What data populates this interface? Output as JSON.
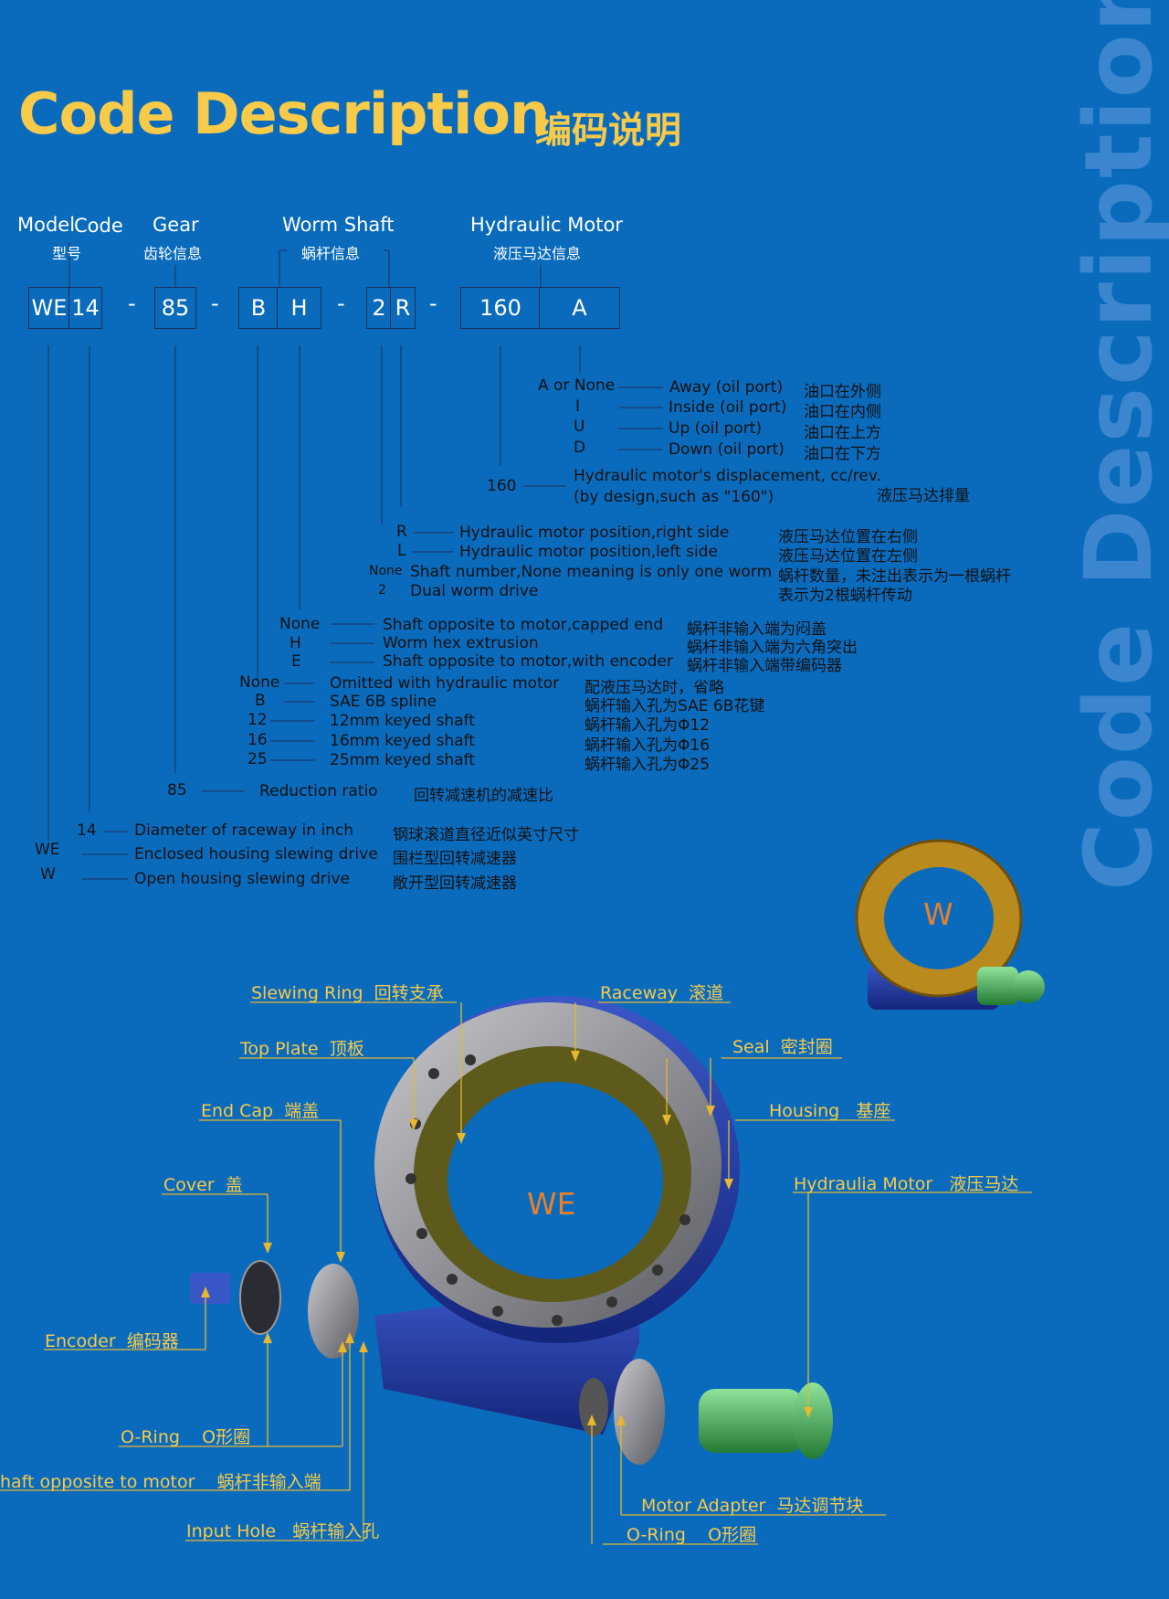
{
  "title": {
    "en": "Code Description",
    "zh": "编码说明"
  },
  "watermark": "Code Description",
  "headers": {
    "model_code": {
      "en_a": "Model",
      "en_b": "Code",
      "zh": "型号"
    },
    "gear": {
      "en": "Gear",
      "zh": "齿轮信息"
    },
    "worm_shaft": {
      "en": "Worm Shaft",
      "zh": "蜗杆信息"
    },
    "hydraulic_motor": {
      "en": "Hydraulic Motor",
      "zh": "液压马达信息"
    }
  },
  "code": {
    "model": "WE",
    "size": "14",
    "gear": "85",
    "b": "B",
    "h": "H",
    "two": "2",
    "r": "R",
    "disp": "160",
    "a": "A",
    "dash": "-"
  },
  "oil_port": [
    {
      "code": "A or None",
      "en": "Away (oil port)",
      "zh": "油口在外侧"
    },
    {
      "code": "I",
      "en": "Inside (oil port)",
      "zh": "油口在内侧"
    },
    {
      "code": "U",
      "en": "Up (oil port)",
      "zh": "油口在上方"
    },
    {
      "code": "D",
      "en": "Down (oil port)",
      "zh": "油口在下方"
    }
  ],
  "displacement": {
    "code": "160",
    "en1": "Hydraulic motor's displacement, cc/rev.",
    "en2": "(by design,such as \"160\")",
    "zh": "液压马达排量"
  },
  "motor_position": [
    {
      "code": "R",
      "en": "Hydraulic motor position,right side",
      "zh": "液压马达位置在右侧"
    },
    {
      "code": "L",
      "en": "Hydraulic motor position,left side",
      "zh": "液压马达位置在左侧"
    }
  ],
  "shaft_number": [
    {
      "code": "None",
      "en": "Shaft number,None meaning is only one worm",
      "zh": "蜗杆数量，未注出表示为一根蜗杆"
    },
    {
      "code": "2",
      "en": "Dual worm drive",
      "zh": "表示为2根蜗杆传动"
    }
  ],
  "shaft_end": [
    {
      "code": "None",
      "en": "Shaft opposite to motor,capped end",
      "zh": "蜗杆非输入端为闷盖"
    },
    {
      "code": "H",
      "en": "Worm hex extrusion",
      "zh": "蜗杆非输入端为六角突出"
    },
    {
      "code": "E",
      "en": "Shaft opposite to motor,with encoder",
      "zh": "蜗杆非输入端带编码器"
    }
  ],
  "input_shaft": [
    {
      "code": "None",
      "en": "Omitted with hydraulic motor",
      "zh": "配液压马达时，省略"
    },
    {
      "code": "B",
      "en": "SAE 6B spline",
      "zh": "蜗杆输入孔为SAE 6B花键"
    },
    {
      "code": "12",
      "en": "12mm keyed shaft",
      "zh": "蜗杆输入孔为Φ12"
    },
    {
      "code": "16",
      "en": "16mm keyed shaft",
      "zh": "蜗杆输入孔为Φ16"
    },
    {
      "code": "25",
      "en": "25mm keyed shaft",
      "zh": "蜗杆输入孔为Φ25"
    }
  ],
  "ratio": {
    "code": "85",
    "en": "Reduction ratio",
    "zh": "回转减速机的减速比"
  },
  "size_rows": [
    {
      "code": "14",
      "en": "Diameter of raceway in inch",
      "zh": "钢球滚道直径近似英寸尺寸"
    },
    {
      "code": "WE",
      "en": "Enclosed housing slewing drive",
      "zh": "围栏型回转减速器"
    },
    {
      "code": "W",
      "en": "Open housing slewing drive",
      "zh": "敞开型回转减速器"
    }
  ],
  "diagram": {
    "w_label": "W",
    "we_label": "WE",
    "parts": {
      "slewing_ring": {
        "en": "Slewing Ring",
        "zh": "回转支承"
      },
      "raceway": {
        "en": "Raceway",
        "zh": "滚道"
      },
      "top_plate": {
        "en": "Top Plate",
        "zh": "顶板"
      },
      "seal": {
        "en": "Seal",
        "zh": "密封圈"
      },
      "end_cap": {
        "en": "End Cap",
        "zh": "端盖"
      },
      "housing": {
        "en": "Housing",
        "zh": "基座"
      },
      "cover": {
        "en": "Cover",
        "zh": "盖"
      },
      "hydraulic_motor": {
        "en": "Hydraulia Motor",
        "zh": "液压马达"
      },
      "encoder": {
        "en": "Encoder",
        "zh": "编码器"
      },
      "o_ring_left": {
        "en": "O-Ring",
        "zh": "O形圈"
      },
      "shaft_opposite": {
        "en": "haft opposite to motor",
        "zh": "蜗杆非输入端"
      },
      "motor_adapter": {
        "en": "Motor Adapter",
        "zh": "马达调节块"
      },
      "input_hole": {
        "en": "Input Hole",
        "zh": "蜗杆输入孔"
      },
      "o_ring_right": {
        "en": "O-Ring",
        "zh": "O形圈"
      }
    }
  }
}
